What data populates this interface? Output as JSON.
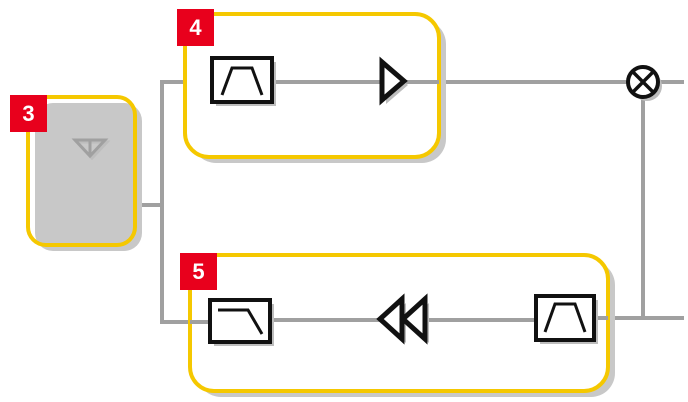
{
  "colors": {
    "background": "#ffffff",
    "block_border": "#f5c800",
    "block_fill": "#ffffff",
    "block_shadow": "#c8c8c8",
    "badge_fill": "#e8001c",
    "badge_text": "#ffffff",
    "wire": "#a0a0a0",
    "symbol_stroke": "#111111",
    "symbol_shadow": "#bdbdbd"
  },
  "blocks": [
    {
      "id": "block-3",
      "number": "3",
      "contents": [
        "antenna-icon"
      ]
    },
    {
      "id": "block-4",
      "number": "4",
      "contents": [
        "bandpass-filter-icon",
        "amplifier-icon"
      ]
    },
    {
      "id": "block-5",
      "number": "5",
      "contents": [
        "lowpass-filter-icon",
        "double-amplifier-icon",
        "bandpass-filter-icon"
      ]
    }
  ],
  "external": [
    "mixer-icon"
  ]
}
